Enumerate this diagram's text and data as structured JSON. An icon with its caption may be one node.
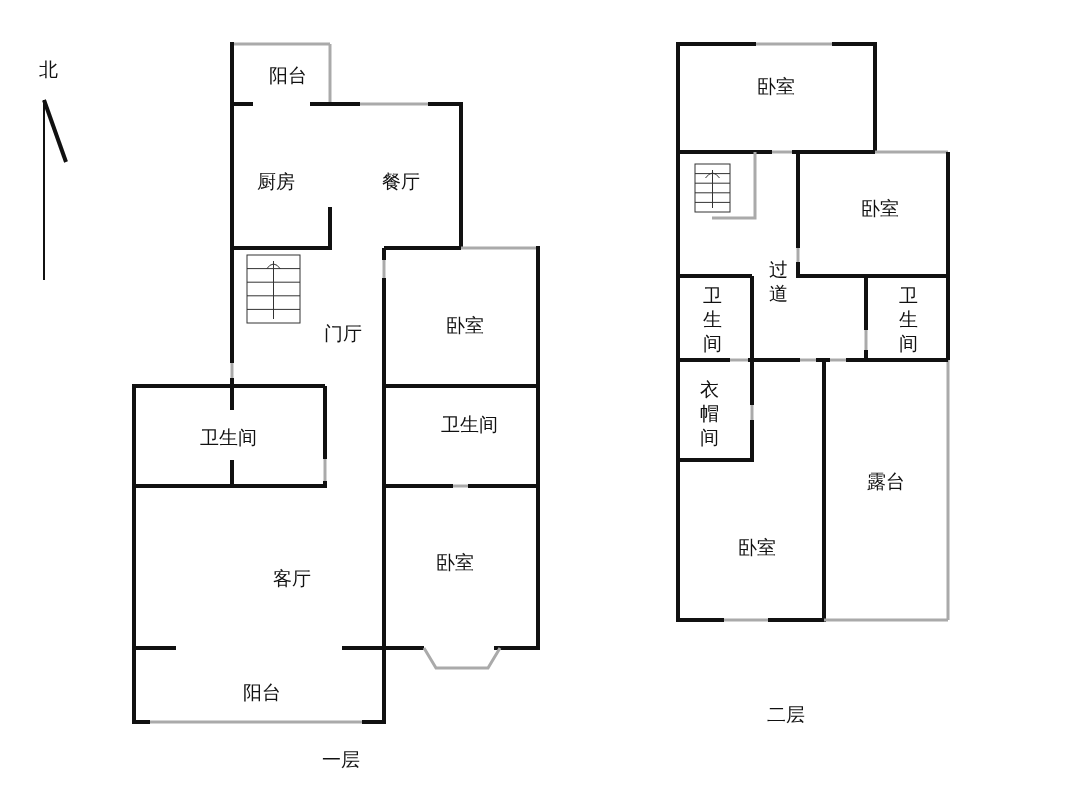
{
  "diagram": {
    "nodes": [
      {
        "text": [
          "阳台"
        ]
      },
      {
        "text": [
          "厨房"
        ]
      },
      {
        "text": [
          "餐厅"
        ]
      },
      {
        "text": [
          "门厅"
        ]
      },
      {
        "text": [
          "卧室"
        ]
      },
      {
        "text": [
          "卫生间"
        ]
      },
      {
        "text": [
          "卫生间"
        ]
      },
      {
        "text": [
          "客厅"
        ]
      },
      {
        "text": [
          "卧室"
        ]
      },
      {
        "text": [
          "阳台"
        ]
      },
      {
        "text": [
          "卧室"
        ]
      },
      {
        "text": [
          "卧室"
        ]
      },
      {
        "text": [
          "过道"
        ]
      },
      {
        "text": [
          "卫生间"
        ]
      },
      {
        "text": [
          "卫生间"
        ]
      },
      {
        "text": [
          "衣帽间"
        ]
      },
      {
        "text": [
          "露台"
        ]
      },
      {
        "text": [
          "卧室"
        ]
      }
    ],
    "labels": [
      "北",
      "一层",
      "二层"
    ]
  }
}
